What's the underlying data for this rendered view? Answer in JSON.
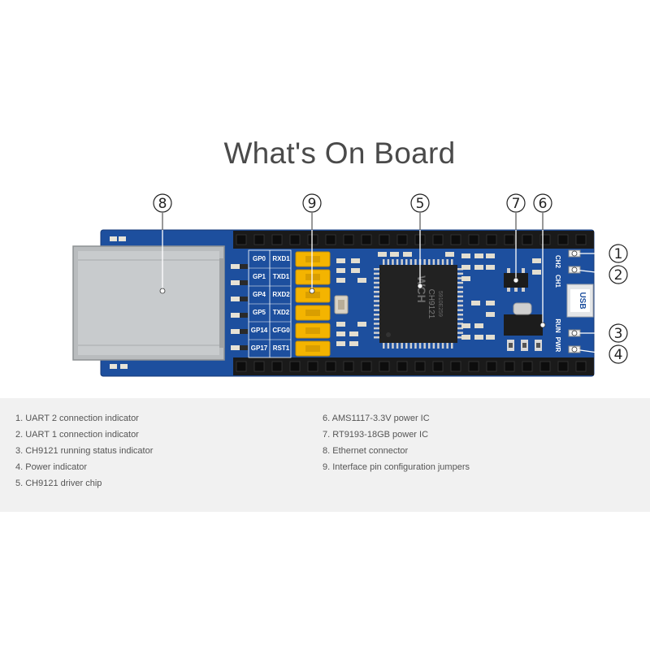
{
  "title": "What's On Board",
  "callouts": [
    {
      "label": "①",
      "ref": "1"
    },
    {
      "label": "②",
      "ref": "2"
    },
    {
      "label": "③",
      "ref": "3"
    },
    {
      "label": "④",
      "ref": "4"
    },
    {
      "label": "⑤",
      "ref": "5"
    },
    {
      "label": "⑥",
      "ref": "6"
    },
    {
      "label": "⑦",
      "ref": "7"
    },
    {
      "label": "⑧",
      "ref": "8"
    },
    {
      "label": "⑨",
      "ref": "9"
    }
  ],
  "silkscreen": {
    "gp": [
      "GP0",
      "GP1",
      "GP4",
      "GP5",
      "GP14",
      "GP17"
    ],
    "fn": [
      "RXD1",
      "TXD1",
      "RXD2",
      "TXD2",
      "CFG0",
      "RST1"
    ],
    "chip_name": "CH9121",
    "chip_code": "5910E259",
    "chip_logo": "WCH",
    "usb": "USB",
    "ch2": "CH2",
    "ch1": "CH1",
    "run": "RUN",
    "pwr": "PWR"
  },
  "legend": {
    "left": [
      "1. UART 2 connection indicator",
      "2. UART 1 connection indicator",
      "3. CH9121 running status indicator",
      "4. Power indicator",
      "5. CH9121 driver chip"
    ],
    "right": [
      "6. AMS1117-3.3V power IC",
      "7. RT9193-18GB power IC",
      "8. Ethernet connector",
      "9. Interface pin configuration jumpers"
    ]
  },
  "colors": {
    "pcb": "#1d4f9e",
    "pcb_dark": "#173f80",
    "header": "#1a1a1a",
    "jumper": "#f4b400",
    "rj45": "#b9bcbe",
    "chip": "#222222"
  }
}
